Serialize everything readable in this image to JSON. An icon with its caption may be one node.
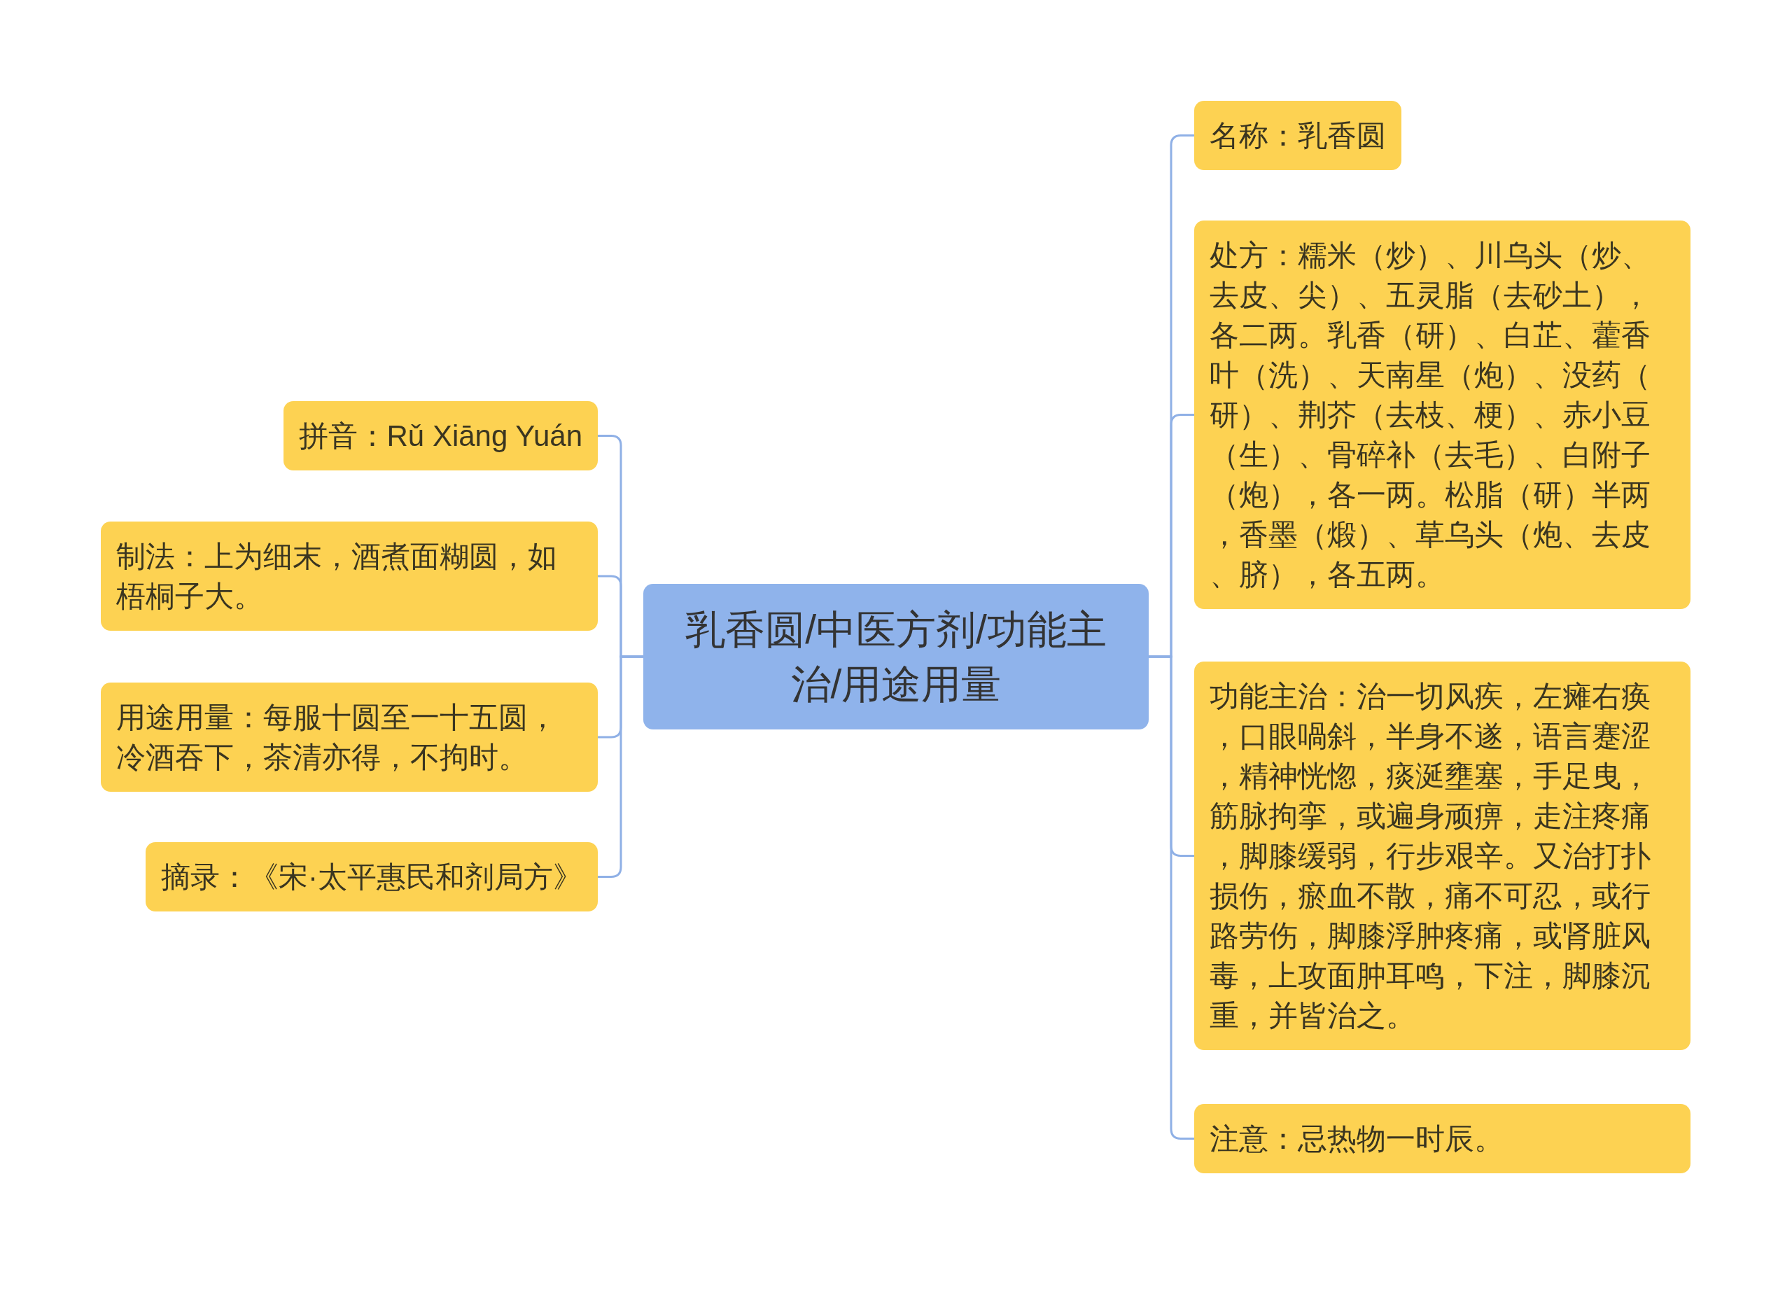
{
  "diagram": {
    "nodes": [
      {
        "text": [
          "乳香圆/中医方剂/功能主治/用途用量"
        ]
      },
      {
        "text": [
          "拼音：Rǔ Xiāng Yuán"
        ]
      },
      {
        "text": [
          "制法：上为细末，酒煮面糊圆，如梧桐子大。"
        ]
      },
      {
        "text": [
          "用途用量：每服十圆至一十五圆，冷酒吞下，茶清亦得，不拘时。"
        ]
      },
      {
        "text": [
          "摘录：《宋·太平惠民和剂局方》"
        ]
      },
      {
        "text": [
          "名称：乳香圆"
        ]
      },
      {
        "text": [
          "处方：糯米（炒）、川乌头（炒、去皮、尖）、五灵脂（去砂土），各二两。乳香（研）、白芷、藿香叶（洗）、天南星（炮）、没药（研）、荆芥（去枝、梗）、赤小豆（生）、骨碎补（去毛）、白附子（炮），各一两。松脂（研）半两，香墨（煅）、草乌头（炮、去皮、脐），各五两。"
        ]
      },
      {
        "text": [
          "功能主治：治一切风疾，左瘫右痪，口眼喎斜，半身不遂，语言蹇涩，精神恍惚，痰涎壅塞，手足曳，筋脉拘挛，或遍身顽痹，走注疼痛，脚膝缓弱，行步艰辛。又治打扑损伤，瘀血不散，痛不可忍，或行路劳伤，脚膝浮肿疼痛，或肾脏风毒，上攻面肿耳鸣，下注，脚膝沉重，并皆治之。"
        ]
      },
      {
        "text": [
          "注意：忌热物一时辰。"
        ]
      }
    ],
    "edges": [
      {
        "from": 0,
        "to": 1,
        "arrow": "none"
      },
      {
        "from": 0,
        "to": 2,
        "arrow": "none"
      },
      {
        "from": 0,
        "to": 3,
        "arrow": "none"
      },
      {
        "from": 0,
        "to": 4,
        "arrow": "none"
      },
      {
        "from": 0,
        "to": 5,
        "arrow": "none"
      },
      {
        "from": 0,
        "to": 6,
        "arrow": "none"
      },
      {
        "from": 0,
        "to": 7,
        "arrow": "none"
      },
      {
        "from": 0,
        "to": 8,
        "arrow": "none"
      }
    ]
  }
}
